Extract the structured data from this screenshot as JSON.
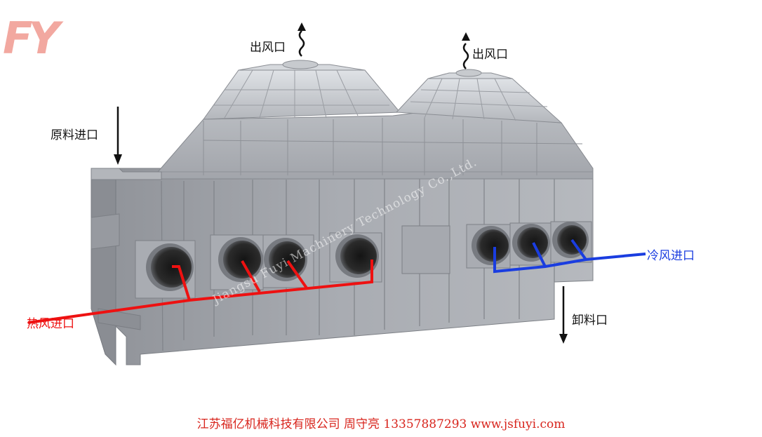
{
  "logo": {
    "text": "FY"
  },
  "labels": {
    "outlet_left": "出风口",
    "outlet_right": "出风口",
    "feed_inlet": "原料进口",
    "hot_air_inlet": "热风进口",
    "cold_air_inlet": "冷风进口",
    "discharge": "卸料口"
  },
  "watermark": "Jiangsu Fuyi Machinery Technology Co.,Ltd.",
  "footer": "江苏福亿机械科技有限公司 周守亮 13357887293 www.jsfuyi.com",
  "colors": {
    "hot_line": "#ee1111",
    "cold_line": "#1a3de0",
    "footer_text": "#d8251d",
    "logo": "#f2a8a0",
    "body_metal": "#9fa2a8",
    "roof_glass": "#c9ccd2"
  },
  "icons": {
    "outlet_arrow": "wavy-up-arrow-icon",
    "feed_arrow": "down-arrow-icon",
    "discharge_arrow": "down-arrow-icon"
  }
}
